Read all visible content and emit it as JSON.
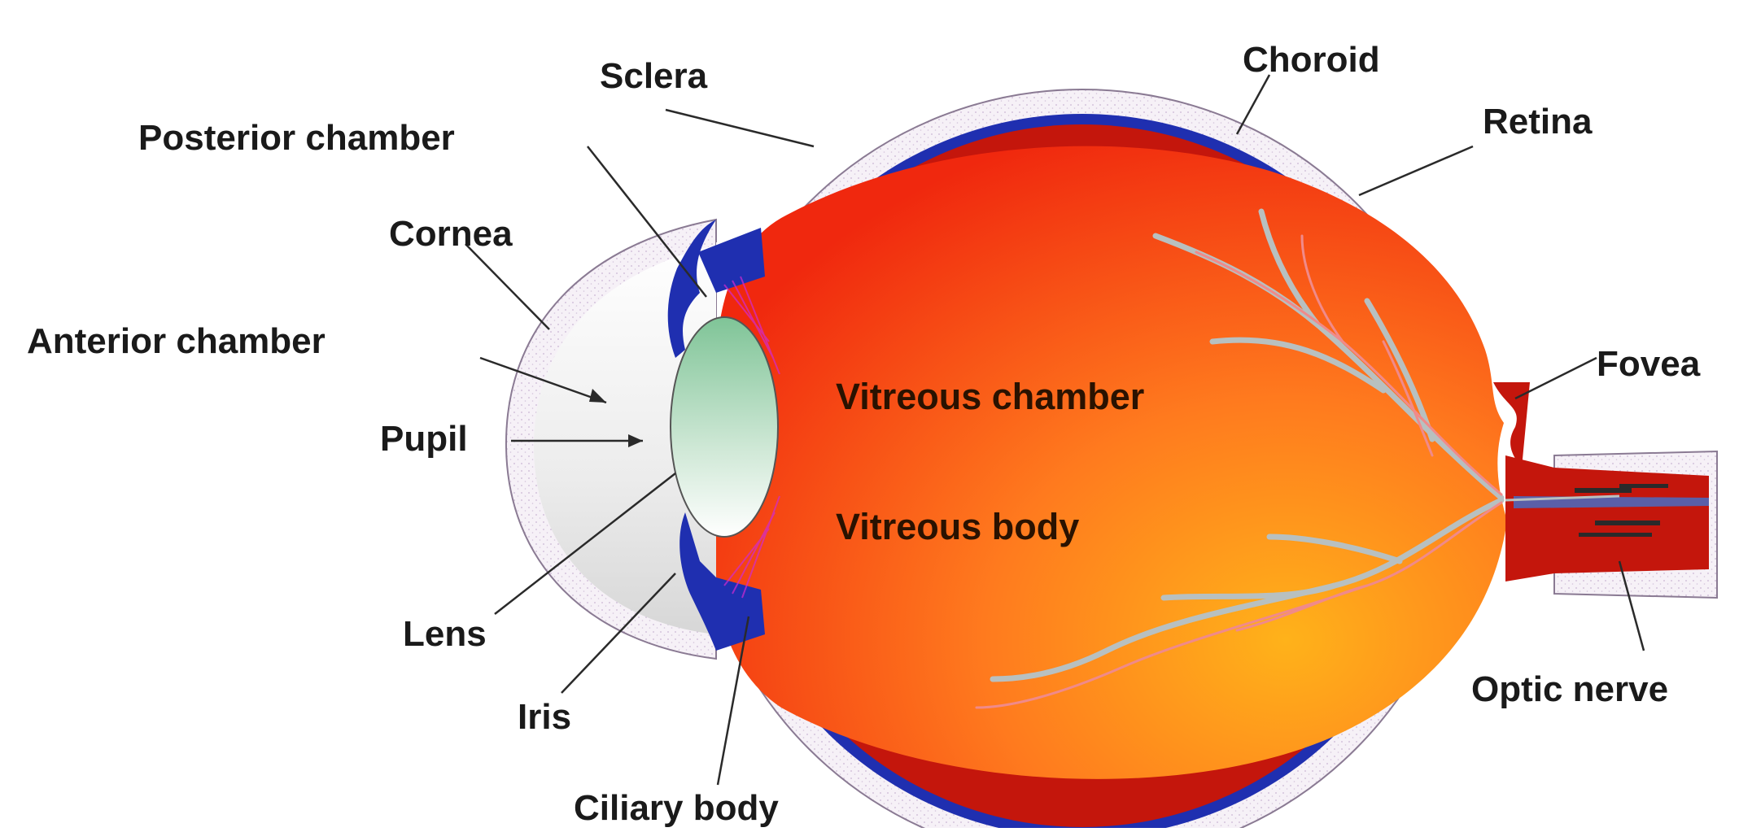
{
  "labels": {
    "sclera": "Sclera",
    "choroid": "Choroid",
    "retina": "Retina",
    "posterior_chamber": "Posterior chamber",
    "cornea": "Cornea",
    "anterior_chamber": "Anterior chamber",
    "pupil": "Pupil",
    "lens": "Lens",
    "iris": "Iris",
    "ciliary_body": "Ciliary body",
    "vitreous_chamber": "Vitreous chamber",
    "vitreous_body": "Vitreous body",
    "fovea": "Fovea",
    "optic_nerve": "Optic nerve"
  },
  "colors": {
    "sclera": "#f4eef6",
    "choroid": "#1f2fb0",
    "retina": "#c81a0c",
    "vitreous": "#f5531a",
    "lens": "#8fcaa0",
    "vessels": "#b8c0c0",
    "arteries": "#f08a8a"
  }
}
